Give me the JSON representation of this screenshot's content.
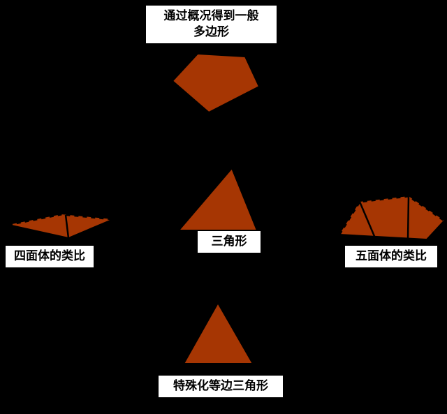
{
  "canvas": {
    "width": "640",
    "height": "593"
  },
  "colors": {
    "background": "#000000",
    "shape_fill": "#A63603",
    "shape_stroke": "#000000",
    "label_bg": "#FFFFFF",
    "label_text": "#000000"
  },
  "labels": {
    "generalize_line1": "通过概况得到一般",
    "generalize_line2": "多边形",
    "triangle": "三角形",
    "tetrahedron_analogy": "四面体的类比",
    "pentahedron_analogy": "五面体的类比",
    "specialize": "特殊化等边三角形"
  }
}
